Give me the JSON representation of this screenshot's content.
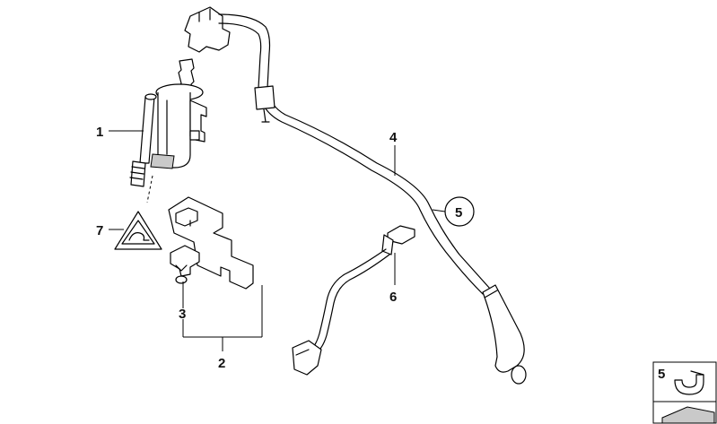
{
  "callouts": {
    "c1": "1",
    "c2": "2",
    "c3": "3",
    "c4": "4",
    "c5": "5",
    "c6": "6",
    "c7": "7",
    "inset": "5"
  },
  "icons": [
    "valve-icon",
    "hose-icon",
    "sensor-icon",
    "bracket-icon",
    "clip-icon",
    "warning-triangle-icon",
    "clamp-icon"
  ],
  "colors": {
    "line": "#000000",
    "shade": "#c9c9c9",
    "background": "#ffffff"
  }
}
